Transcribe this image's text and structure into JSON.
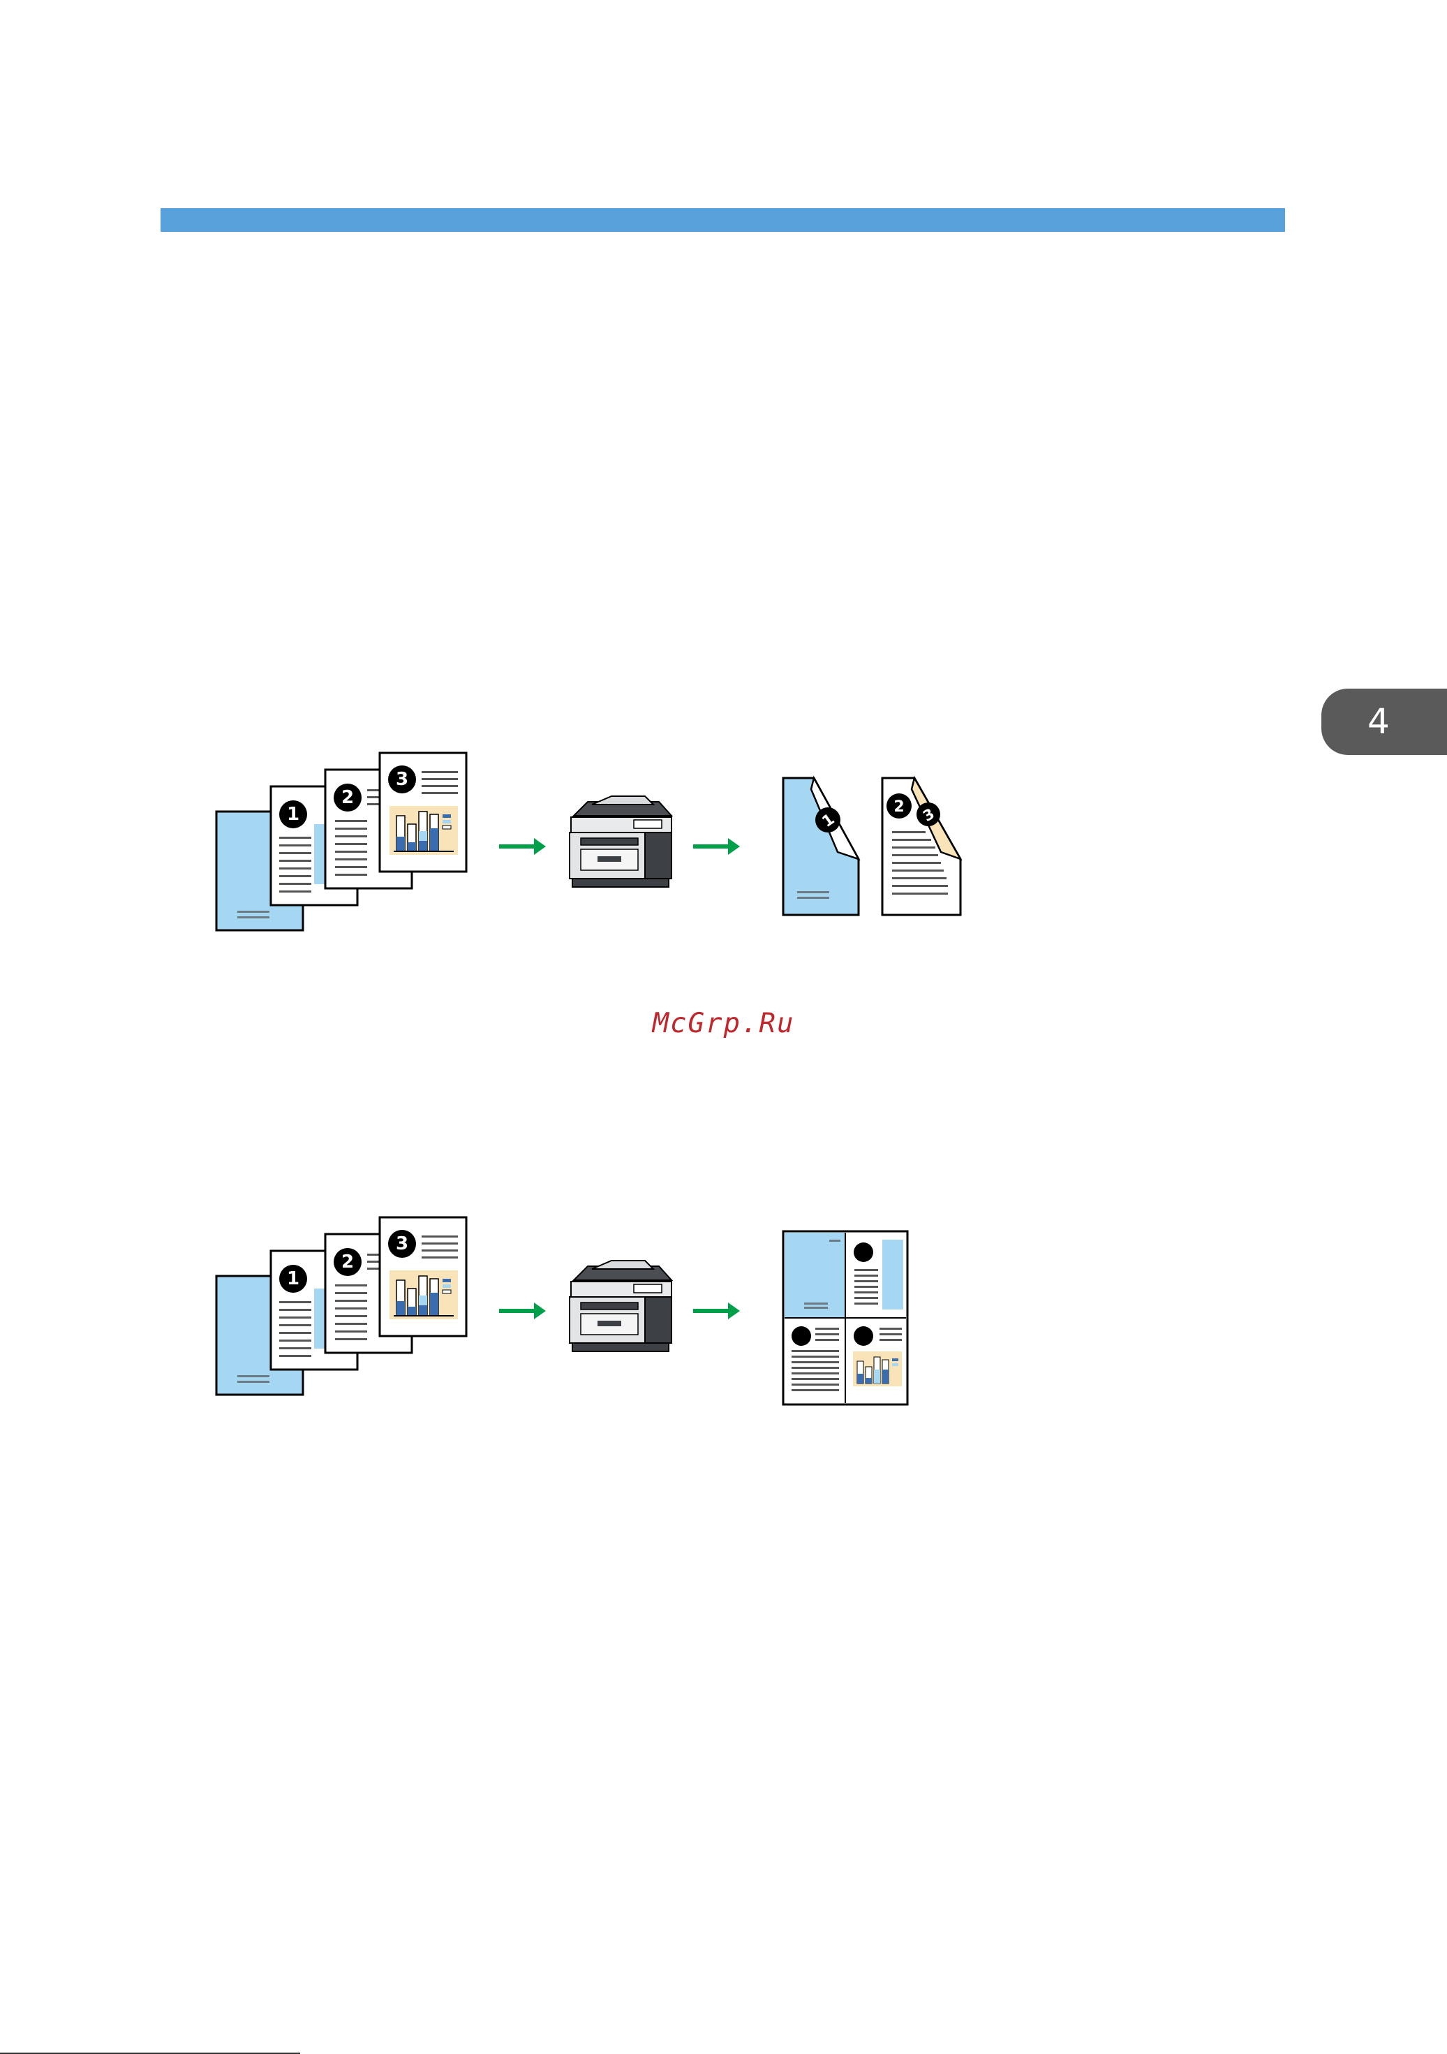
{
  "chapter_tab": {
    "number": "4"
  },
  "watermark": {
    "text": "McGrp.Ru"
  },
  "illustrations": {
    "duplex": {
      "source_page_numbers": [
        "1",
        "2",
        "3"
      ],
      "output_page_numbers": [
        "1",
        "2",
        "3"
      ]
    },
    "combine": {
      "source_page_numbers": [
        "1",
        "2",
        "3"
      ]
    }
  },
  "colors": {
    "header_bar": "#58a1db",
    "chapter_tab": "#5a5a5a",
    "watermark": "#c0272d",
    "arrow": "#00a04b",
    "page_blue": "#a6d7f2",
    "chart_bg": "#f9e3b8",
    "bar_dark": "#3a6cb0",
    "bar_light": "#a6d7f2"
  },
  "icons": {
    "printer": "multifunction-printer-icon",
    "arrow": "arrow-right-icon"
  }
}
